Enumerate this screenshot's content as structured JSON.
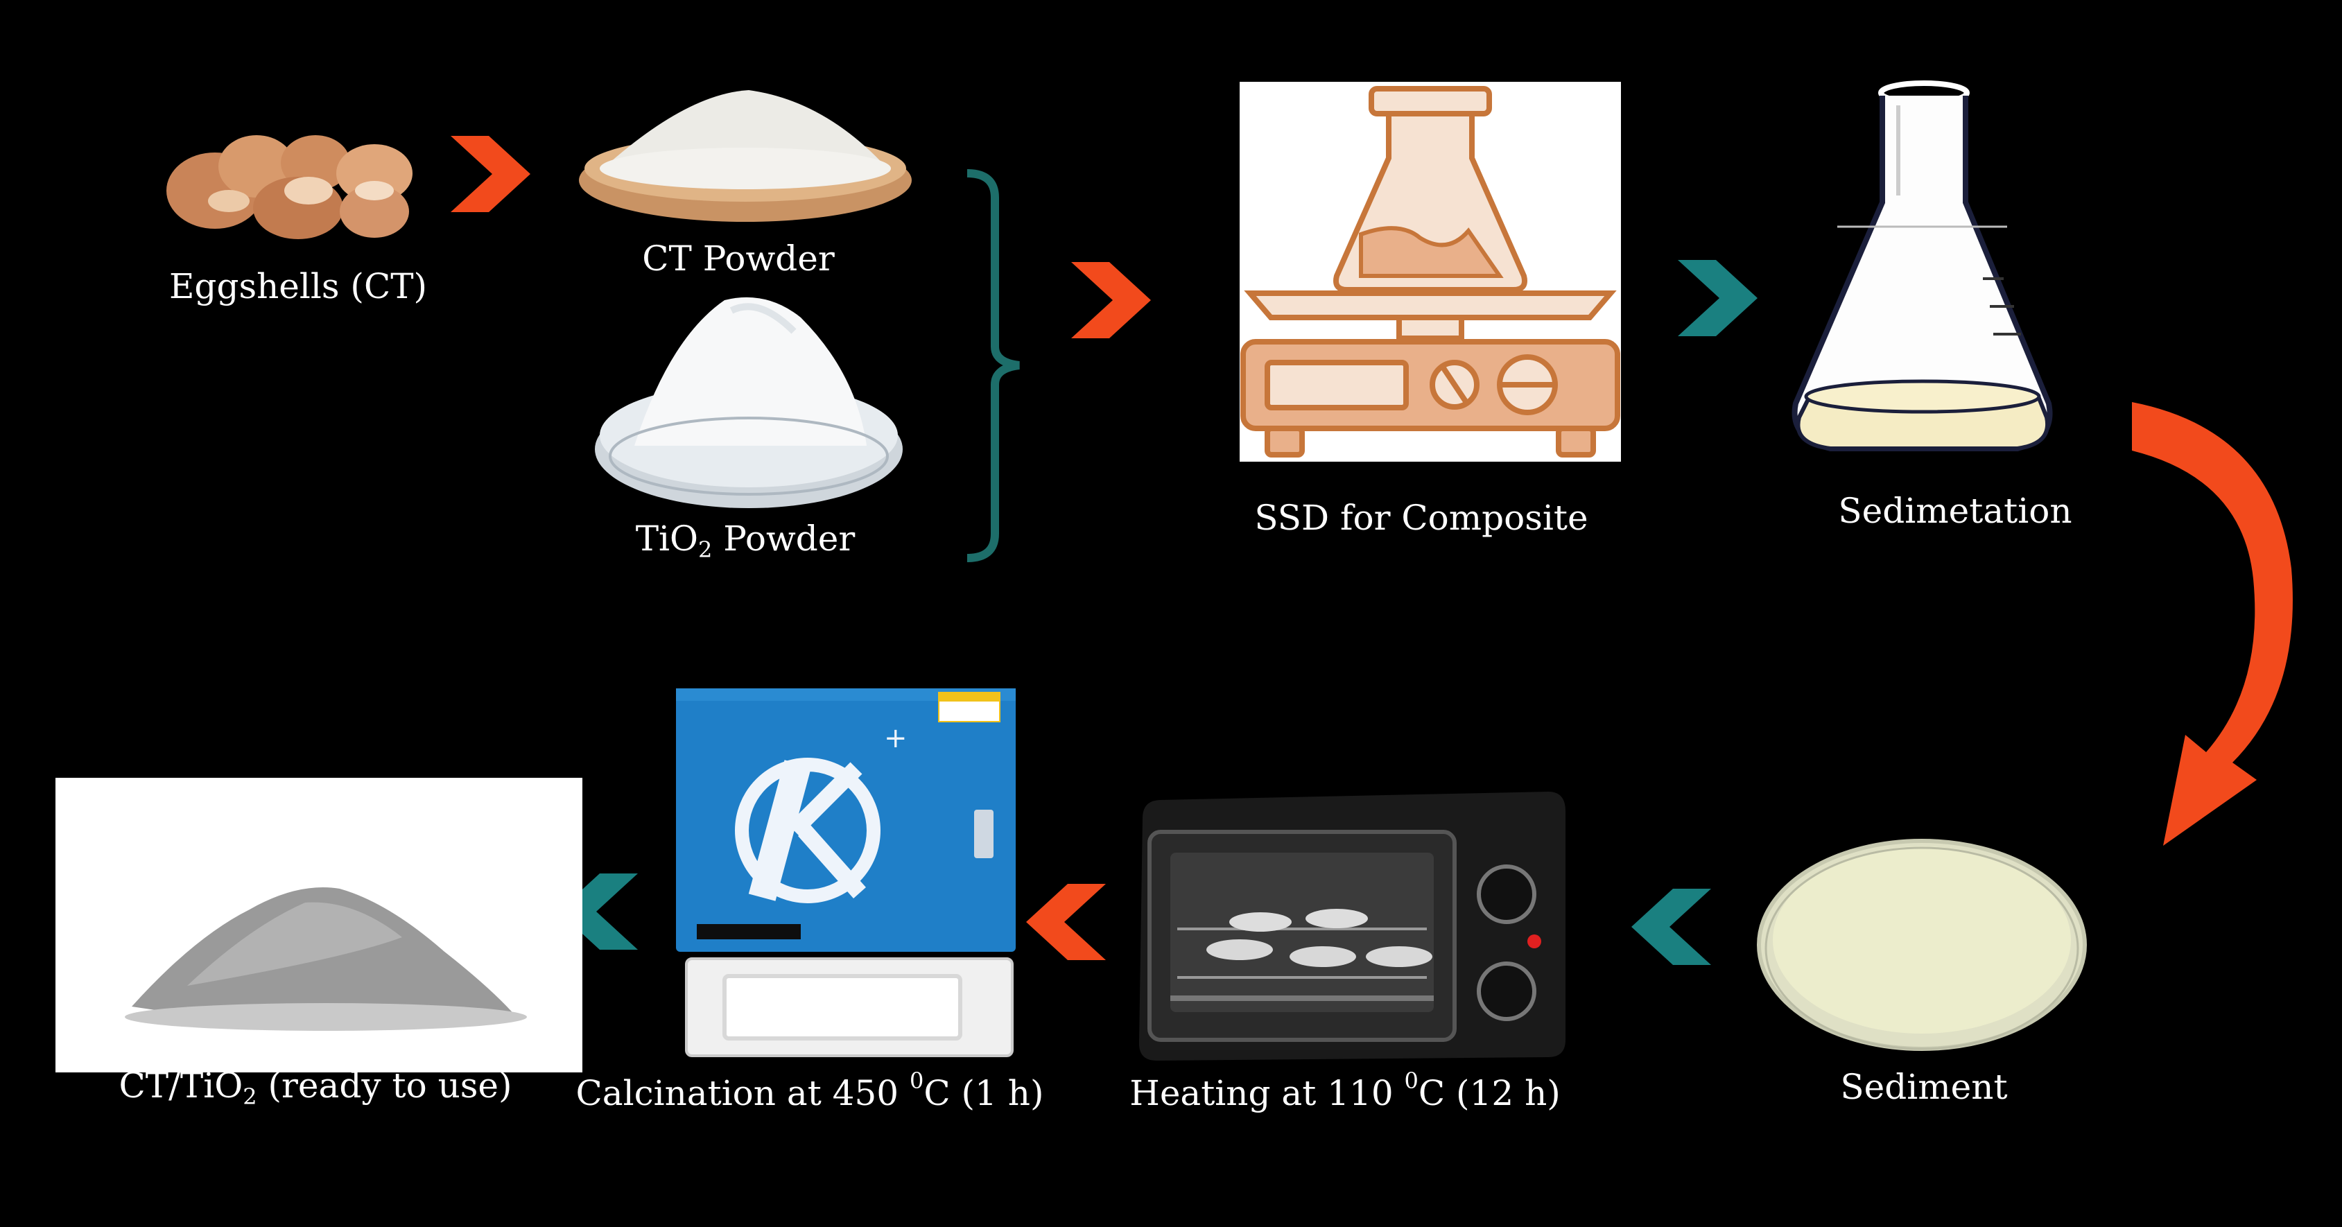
{
  "steps": {
    "eggshells": "Eggshells (CT)",
    "ct_powder": "CT Powder",
    "tio2_powder": {
      "prefix": "TiO",
      "sub": "2",
      "suffix": " Powder"
    },
    "ssd": "SSD for Composite",
    "sedimentation": "Sedimetation",
    "sediment": "Sediment",
    "heating": {
      "prefix": "Heating at 110 ",
      "sup": "0",
      "suffix": "C (12 h)"
    },
    "calcination": {
      "prefix": "Calcination at 450 ",
      "sup": "0",
      "suffix": "C (1 h)"
    },
    "final": {
      "prefix": "CT/TiO",
      "sub": "2",
      "suffix": " (ready to use)"
    }
  },
  "furnace_logo": "K",
  "colors": {
    "arrow_orange": "#f24a1c",
    "arrow_teal": "#1a8080",
    "bracket": "#1d6e6a",
    "ssd_icon": "#c7763a",
    "furnace_blue": "#1f7fc8"
  }
}
